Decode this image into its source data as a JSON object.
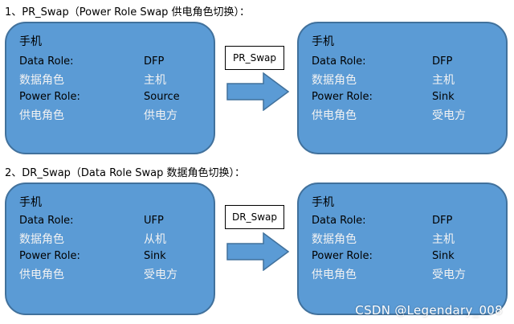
{
  "headings": {
    "pr": "1、PR_Swap（Power Role Swap 供电角色切换）：",
    "dr": "2、DR_Swap（Data Role Swap 数据角色切换）："
  },
  "common": {
    "phone": "手机",
    "data_role": "Data Role:",
    "data_role_cn": "数据角色",
    "power_role": "Power Role:",
    "power_role_cn": "供电角色"
  },
  "pr_before": {
    "data": "DFP",
    "data_cn": "主机",
    "power": "Source",
    "power_cn": "供电方"
  },
  "pr_after": {
    "data": "DFP",
    "data_cn": "主机",
    "power": "Sink",
    "power_cn": "受电方"
  },
  "dr_before": {
    "data": "UFP",
    "data_cn": "从机",
    "power": "Sink",
    "power_cn": "受电方"
  },
  "dr_after": {
    "data": "DFP",
    "data_cn": "主机",
    "power": "Sink",
    "power_cn": "受电方"
  },
  "swaps": {
    "pr": "PR_Swap",
    "dr": "DR_Swap"
  },
  "watermark": "CSDN @Legendary_008",
  "colors": {
    "box_fill": "#5b9bd5",
    "box_border": "#41719c"
  }
}
